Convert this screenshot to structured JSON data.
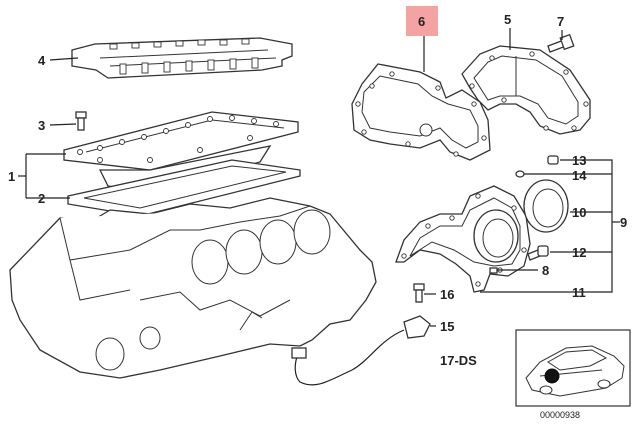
{
  "highlight_color": "#f4a3a3",
  "callouts": {
    "c1": "1",
    "c2": "2",
    "c3": "3",
    "c4": "4",
    "c5": "5",
    "c6": "6",
    "c7": "7",
    "c8": "8",
    "c9": "9",
    "c10": "10",
    "c11": "11",
    "c12": "12",
    "c13": "13",
    "c14": "14",
    "c15": "15",
    "c16": "16"
  },
  "diagram_code": "17-DS",
  "inset": {
    "image_number": "00000938",
    "icon": "car-icon"
  }
}
